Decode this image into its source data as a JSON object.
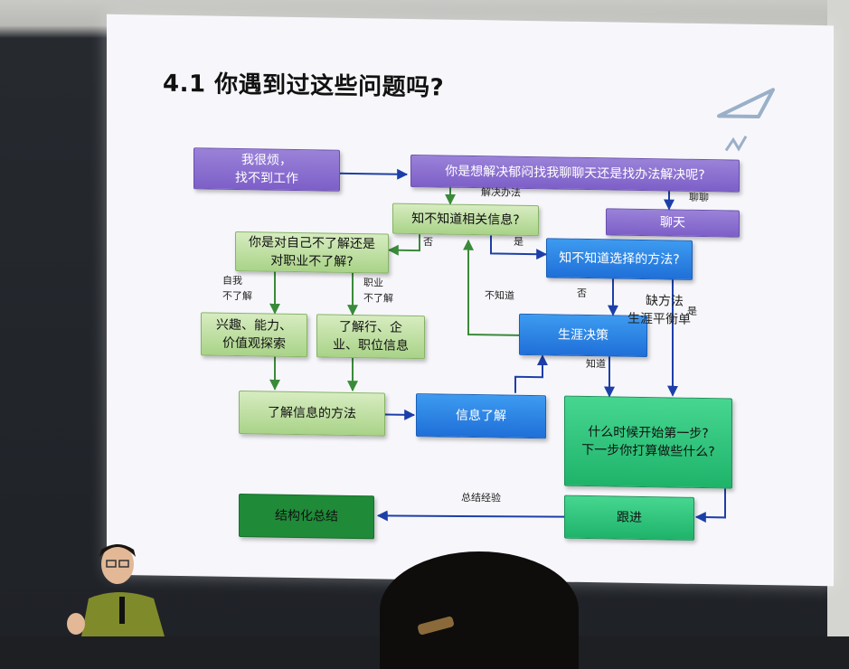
{
  "slide": {
    "title": "4.1 你遇到过这些问题吗?"
  },
  "boxes": {
    "troubled": "我很烦，\n找不到工作",
    "question_main": "你是想解决郁闷找我聊聊天还是找办法解决呢?",
    "chat": "聊天",
    "know_info": "知不知道相关信息?",
    "self_or_career": "你是对自己不了解还是\n对职业不了解?",
    "know_method": "知不知道选择的方法?",
    "explore_self": "兴趣、能力、\n价值观探索",
    "learn_industry": "了解行、企\n业、职位信息",
    "career_decision": "生涯决策",
    "info_method": "了解信息的方法",
    "info_understood": "信息了解",
    "first_step": "什么时候开始第一步?\n下一步你打算做些什么?",
    "follow_up": "跟进",
    "summary": "结构化总结"
  },
  "edge_labels": {
    "solve_method": "解决办法",
    "chat_label": "聊聊",
    "no": "否",
    "yes": "是",
    "self": "自我\n不了解",
    "career": "职业\n不了解",
    "dont_know": "不知道",
    "no2": "否",
    "lack_method": "缺方法",
    "yes2": "是",
    "balance_sheet": "生涯平衡单",
    "know": "知道",
    "summary_experience": "总结经验"
  },
  "colors": {
    "purple": "#7d5fc8",
    "light_green": "#a9d388",
    "blue": "#1f6fd8",
    "teal": "#1fb36a",
    "dark_green": "#1f8a38",
    "arrow_blue": "#1d3fa8",
    "arrow_green": "#3a8a3a"
  },
  "icons": [
    "paper-plane-logo-icon"
  ]
}
